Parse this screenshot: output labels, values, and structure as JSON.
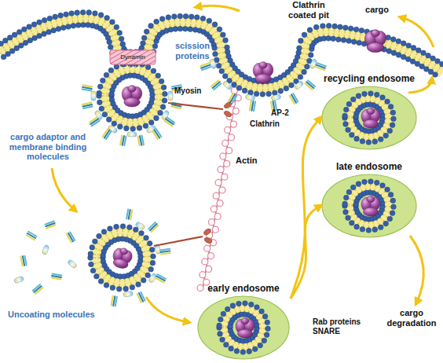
{
  "diagram": {
    "nodes": [
      {
        "text": [
          "recycling endosome"
        ]
      },
      {
        "text": [
          "late endosome"
        ]
      },
      {
        "text": [
          "early endosome"
        ]
      }
    ],
    "edges": [
      {
        "from": 2,
        "to": 0,
        "arrow": "to"
      },
      {
        "from": 2,
        "to": 1,
        "arrow": "to"
      }
    ],
    "labels": [
      "Clathrin coated pit",
      "cargo",
      "Dynamin",
      "scission proteins",
      "AP-2",
      "Clathrin",
      "cargo adaptor and membrane binding molecules",
      "Myosin",
      "Actin",
      "Uncoating molecules",
      "Rab proteins SNARE",
      "cargo degradation"
    ]
  }
}
